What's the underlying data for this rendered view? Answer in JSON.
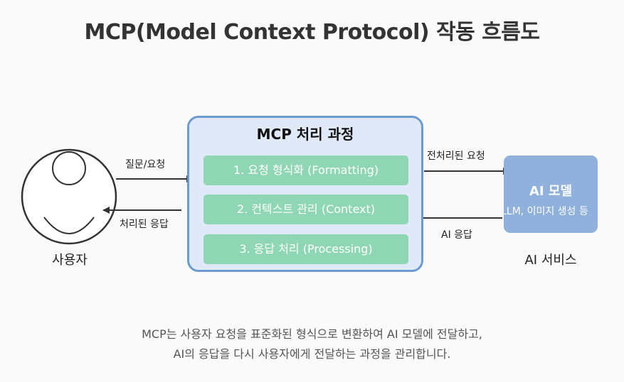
{
  "title": "MCP(Model Context Protocol) 작동 흐름도",
  "user": {
    "label": "사용자"
  },
  "arrows": {
    "question": "질문/요청",
    "processed_response": "처리된 응답",
    "preprocessed_request": "전처리된 요청",
    "ai_response": "AI 응답"
  },
  "mcp": {
    "title": "MCP 처리 과정",
    "steps": [
      "1. 요청 형식화 (Formatting)",
      "2. 컨텍스트 관리 (Context)",
      "3. 응답 처리 (Processing)"
    ]
  },
  "ai_service": {
    "name": "AI 모델",
    "description": "LLM, 이미지 생성 등",
    "label": "AI 서비스"
  },
  "note": {
    "line1": "MCP는 사용자 요청을 표준화된 형식으로 변환하여 AI 모델에 전달하고,",
    "line2": "AI의 응답을 다시 사용자에게 전달하는 과정을 관리합니다."
  },
  "colors": {
    "mcp_fill": "#dfe9f7",
    "mcp_border": "#6c9bd2",
    "step_fill": "#8fd6b4",
    "ai_fill": "#8fb1dc",
    "arrow": "#333333"
  }
}
